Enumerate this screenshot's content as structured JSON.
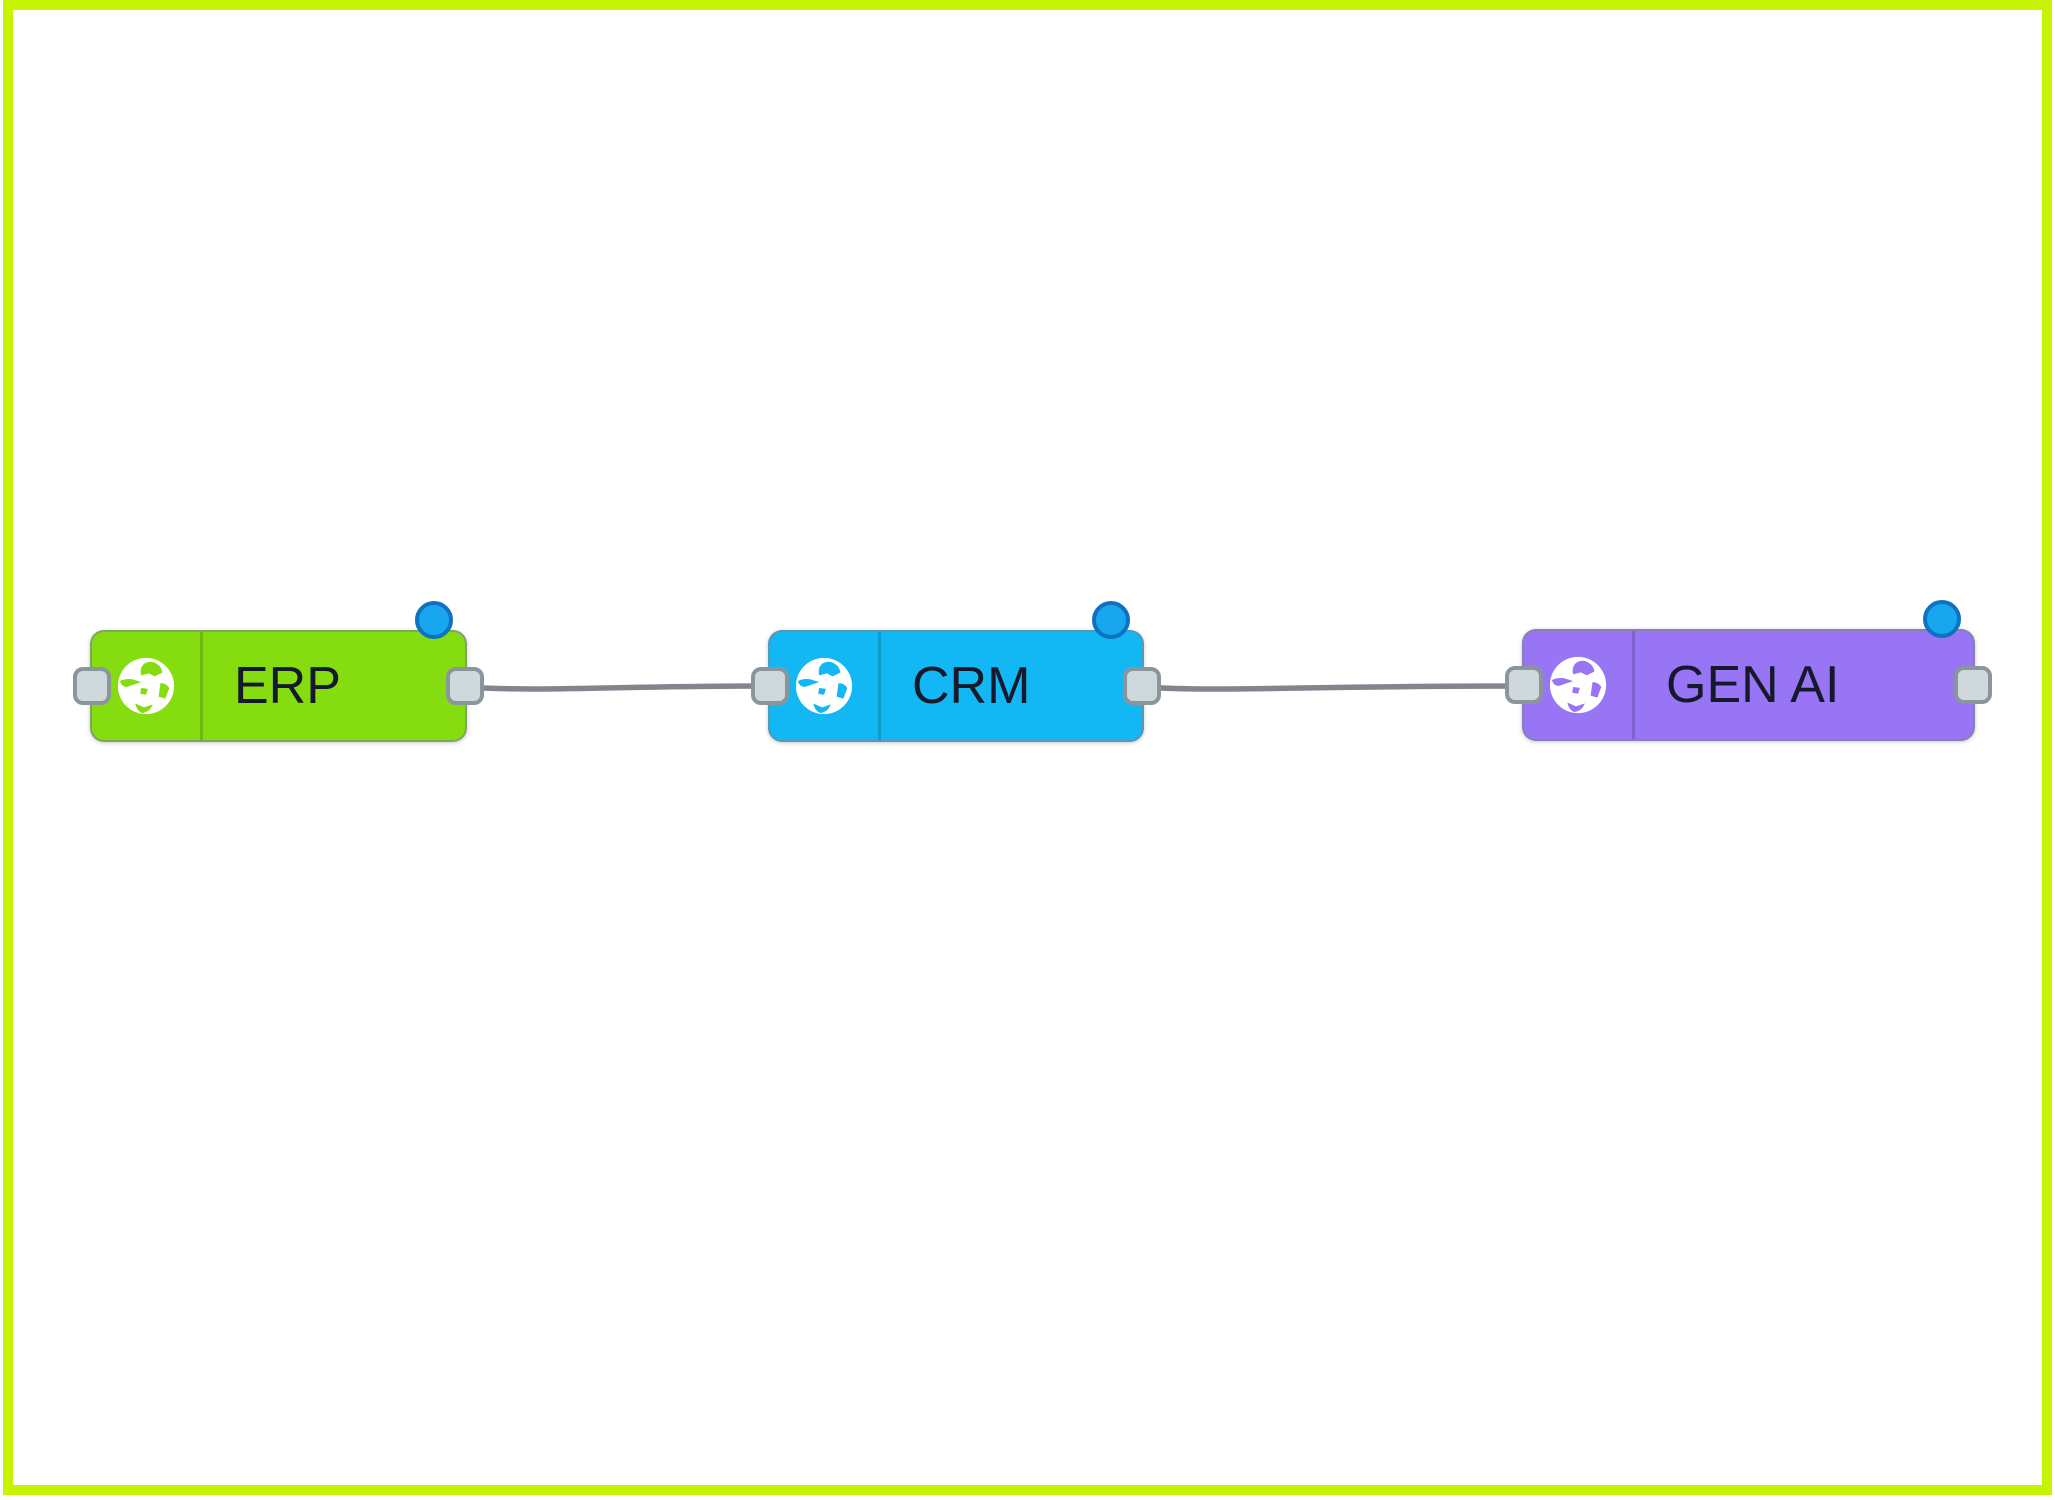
{
  "canvas": {
    "background": "#ffffff",
    "frame_color": "#c7f402",
    "wire_color": "#83858e"
  },
  "status": {
    "fill": "#18a6ef",
    "ring": "#0f72c0"
  },
  "ports": {
    "fill": "#cfd9dc",
    "border": "#8b969c"
  },
  "nodes": [
    {
      "label": "ERP",
      "color": "#85dc0f",
      "icon": "globe-icon"
    },
    {
      "label": "CRM",
      "color": "#12b7f3",
      "icon": "globe-icon"
    },
    {
      "label": "GEN AI",
      "color": "#9775f5",
      "icon": "globe-icon"
    }
  ],
  "connections": [
    {
      "from": "ERP",
      "to": "CRM"
    },
    {
      "from": "CRM",
      "to": "GEN AI"
    }
  ]
}
